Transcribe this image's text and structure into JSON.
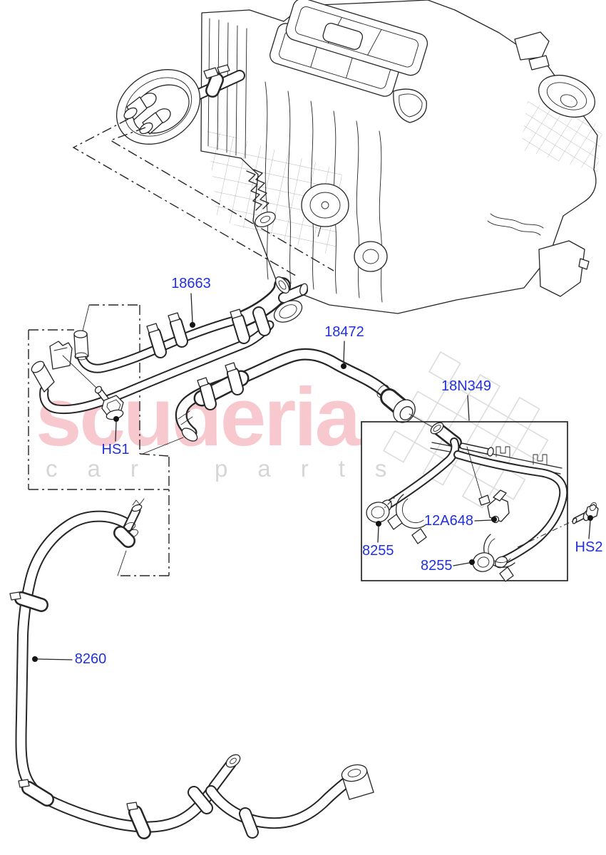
{
  "watermark": {
    "brand": "scuderia",
    "subtitle": "car parts",
    "brand_color": "#f7c9cf",
    "subtitle_color": "#d6d6d6"
  },
  "colors": {
    "callout_blue": "#2030dd",
    "line_art": "#262626"
  },
  "callouts": {
    "p18663": {
      "text": "18663"
    },
    "p18472": {
      "text": "18472"
    },
    "p18N349": {
      "text": "18N349"
    },
    "pHS1": {
      "text": "HS1"
    },
    "p12A648": {
      "text": "12A648"
    },
    "p8255_left": {
      "text": "8255"
    },
    "p8255_bottom": {
      "text": "8255"
    },
    "pHS2": {
      "text": "HS2"
    },
    "p8260": {
      "text": "8260"
    }
  }
}
